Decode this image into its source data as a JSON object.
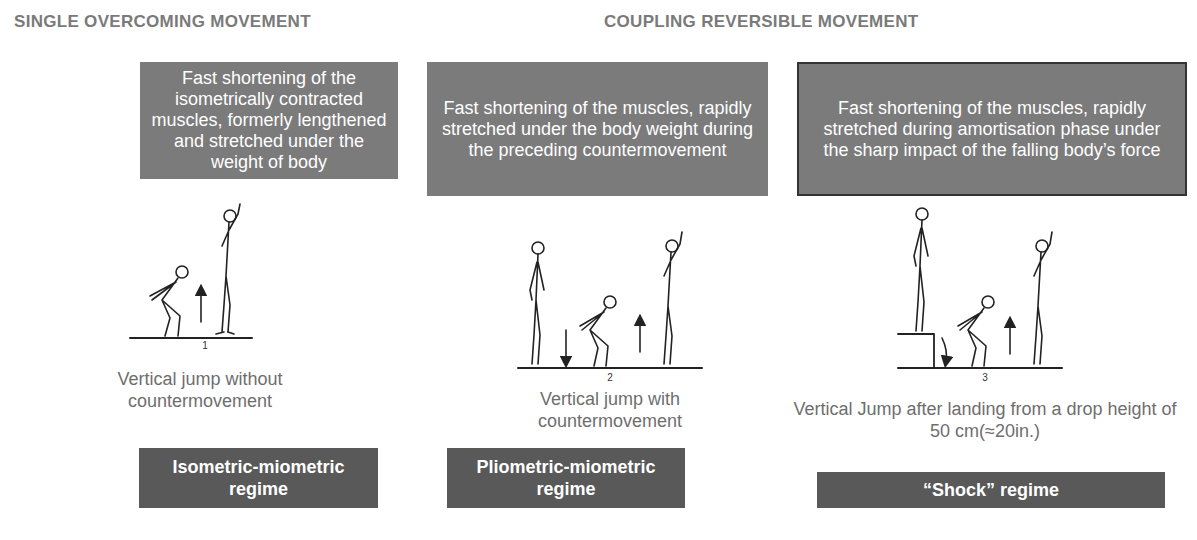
{
  "diagram": {
    "nodes": [
      {
        "text": [
          "Fast shortening of the isometrically contracted muscles, formerly lengthened and stretched under the weight of body"
        ]
      },
      {
        "text": [
          "Fast shortening of the muscles, rapidly stretched under the body weight during the preceding countermovement"
        ]
      },
      {
        "text": [
          "Fast shortening of the muscles, rapidly stretched during amortisation phase under the sharp impact of the falling body’s force"
        ]
      },
      {
        "text": [
          "Isometric-miometric regime"
        ]
      },
      {
        "text": [
          "Pliometric-miometric regime"
        ]
      },
      {
        "text": [
          "“Shock” regime"
        ]
      }
    ],
    "labels": [
      "SINGLE OVERCOMING MOVEMENT",
      "COUPLING REVERSIBLE MOVEMENT",
      "1",
      "Vertical jump without countermovement",
      "2",
      "Vertical jump with countermovement",
      "3",
      "Vertical Jump after landing from a drop height of 50 cm(≈20in.)"
    ]
  }
}
